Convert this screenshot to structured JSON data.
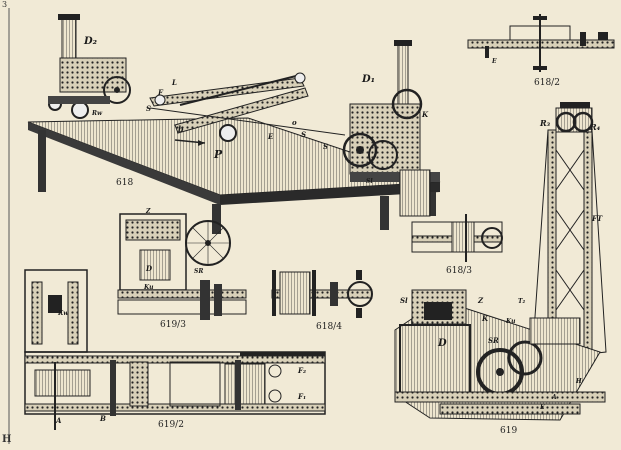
{
  "page": {
    "corner_top": "3",
    "corner_bottom": "H"
  },
  "figures": {
    "fig618": "618",
    "fig618_2": "618/2",
    "fig618_3": "618/3",
    "fig618_4": "618/4",
    "fig619_2": "619/2",
    "fig619_3": "619/3",
    "fig619": "619"
  },
  "labels": {
    "d2": "D₂",
    "d1": "D₁",
    "l": "L",
    "f": "F",
    "s1": "S",
    "s2": "S",
    "s3": "S",
    "b": "b",
    "p": "P",
    "e": "E",
    "o": "o",
    "k": "K",
    "sl": "Sl",
    "rw": "Rw",
    "e2": "E",
    "r3": "R₃",
    "r4": "R₄",
    "ft": "FT",
    "d": "D",
    "sr": "SR",
    "ku": "Ku",
    "z": "Z",
    "kw": "Kw",
    "a": "A",
    "b2": "B",
    "sl2": "Sl",
    "d3": "D",
    "sr2": "SR",
    "ku2": "Ku",
    "z2": "Z",
    "k2": "K",
    "t2": "T₂",
    "e3": "E",
    "h": "H",
    "a2": "A",
    "f2": "F₂",
    "f1": "F₁"
  }
}
